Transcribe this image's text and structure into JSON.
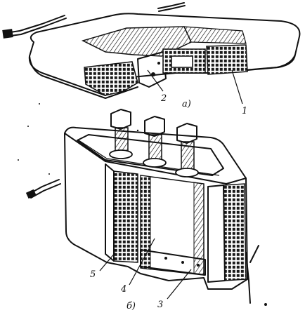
{
  "figure": {
    "top_view_label": "a)",
    "bottom_view_label": "б)"
  },
  "callouts": {
    "top": [
      "2",
      "1"
    ],
    "bottom": [
      "5",
      "4",
      "3"
    ]
  },
  "colors": {
    "ink": "#111111",
    "paper": "#ffffff"
  }
}
